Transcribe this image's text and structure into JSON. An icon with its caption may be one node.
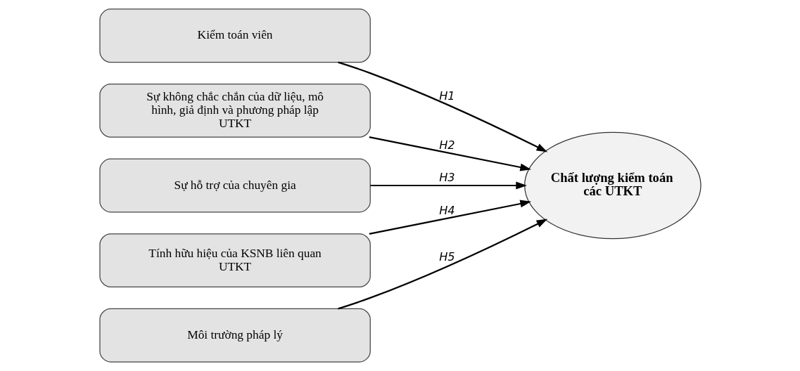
{
  "diagram": {
    "nodes": [
      {
        "text": [
          "Kiểm toán viên"
        ]
      },
      {
        "text": [
          "Sự không chắc chắn của dữ liệu, mô hình, giả định và phương pháp lập UTKT"
        ]
      },
      {
        "text": [
          "Sự hỗ trợ của chuyên gia"
        ]
      },
      {
        "text": [
          "Tính hữu hiệu của KSNB liên quan UTKT"
        ]
      },
      {
        "text": [
          "Môi trường pháp lý"
        ]
      },
      {
        "text": [
          "Chất lượng kiểm toán các UTKT"
        ]
      }
    ],
    "edges": [
      {
        "from": 0,
        "to": 5,
        "arrow": "to",
        "label": "H1"
      },
      {
        "from": 1,
        "to": 5,
        "arrow": "to",
        "label": "H2"
      },
      {
        "from": 2,
        "to": 5,
        "arrow": "to",
        "label": "H3"
      },
      {
        "from": 3,
        "to": 5,
        "arrow": "to",
        "label": "H4"
      },
      {
        "from": 4,
        "to": 5,
        "arrow": "to",
        "label": "H5"
      }
    ]
  }
}
